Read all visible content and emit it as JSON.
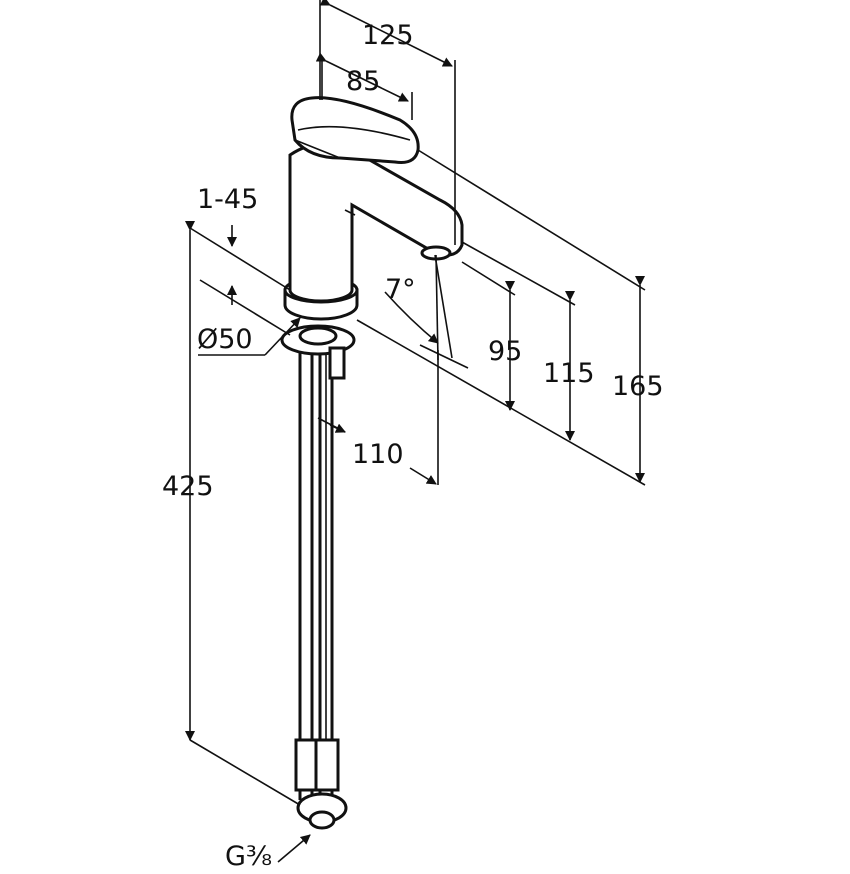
{
  "diagram": {
    "dimensions": {
      "width_125": "125",
      "width_85": "85",
      "range_1_45": "1-45",
      "diameter_50": "Ø50",
      "angle_7": "7°",
      "height_95": "95",
      "height_115": "115",
      "height_165": "165",
      "reach_110": "110",
      "length_425": "425",
      "thread_g38": "G⅜"
    },
    "colors": {
      "line": "#111111",
      "background": "#ffffff"
    }
  }
}
